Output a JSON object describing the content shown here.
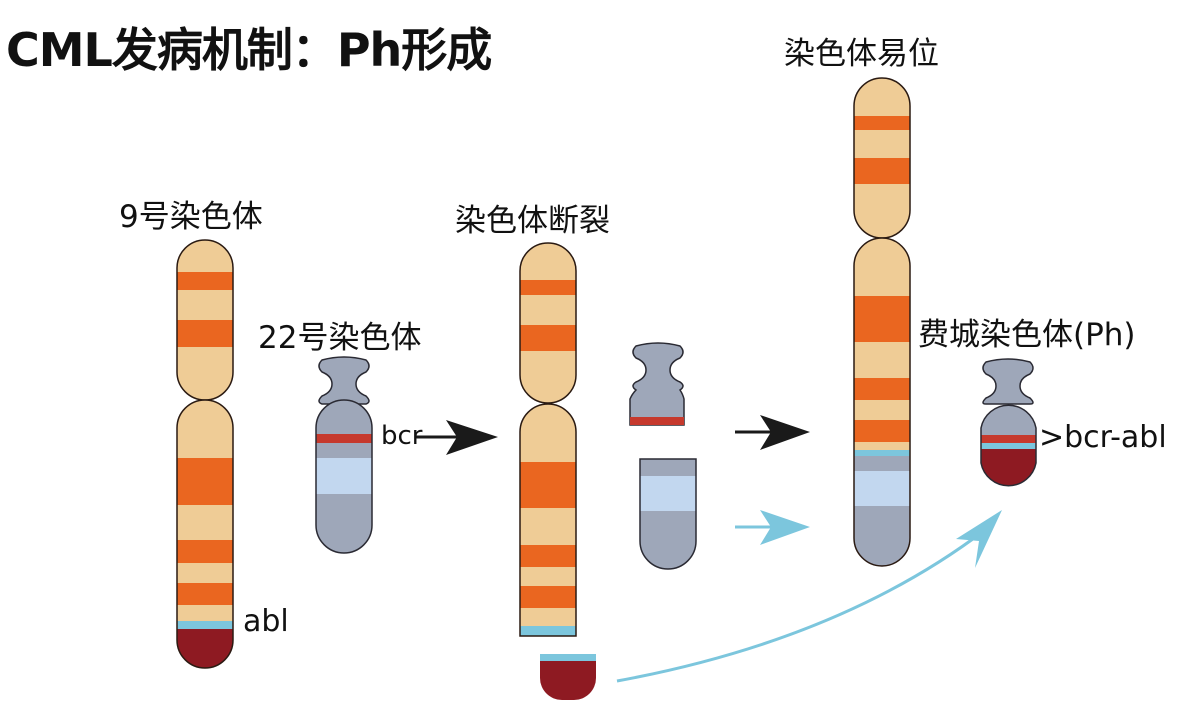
{
  "title": "CML发病机制：Ph形成",
  "labels": {
    "chr9": "9号染色体",
    "chr22": "22号染色体",
    "breakage": "染色体断裂",
    "translocation": "染色体易位",
    "philadelphia": "费城染色体(Ph)",
    "abl": "abl",
    "bcr": "bcr",
    "bcr_abl": ">bcr-abl"
  },
  "colors": {
    "cream": "#efcc96",
    "orange": "#ea6620",
    "blue_gray": "#9ea7b9",
    "light_blue": "#c2d7ef",
    "cyan": "#7cc6dd",
    "red_band": "#c6392d",
    "dark_red": "#8e1a22",
    "arrow_black": "#1a1a1a",
    "arrow_cyan": "#7cc6dd"
  }
}
